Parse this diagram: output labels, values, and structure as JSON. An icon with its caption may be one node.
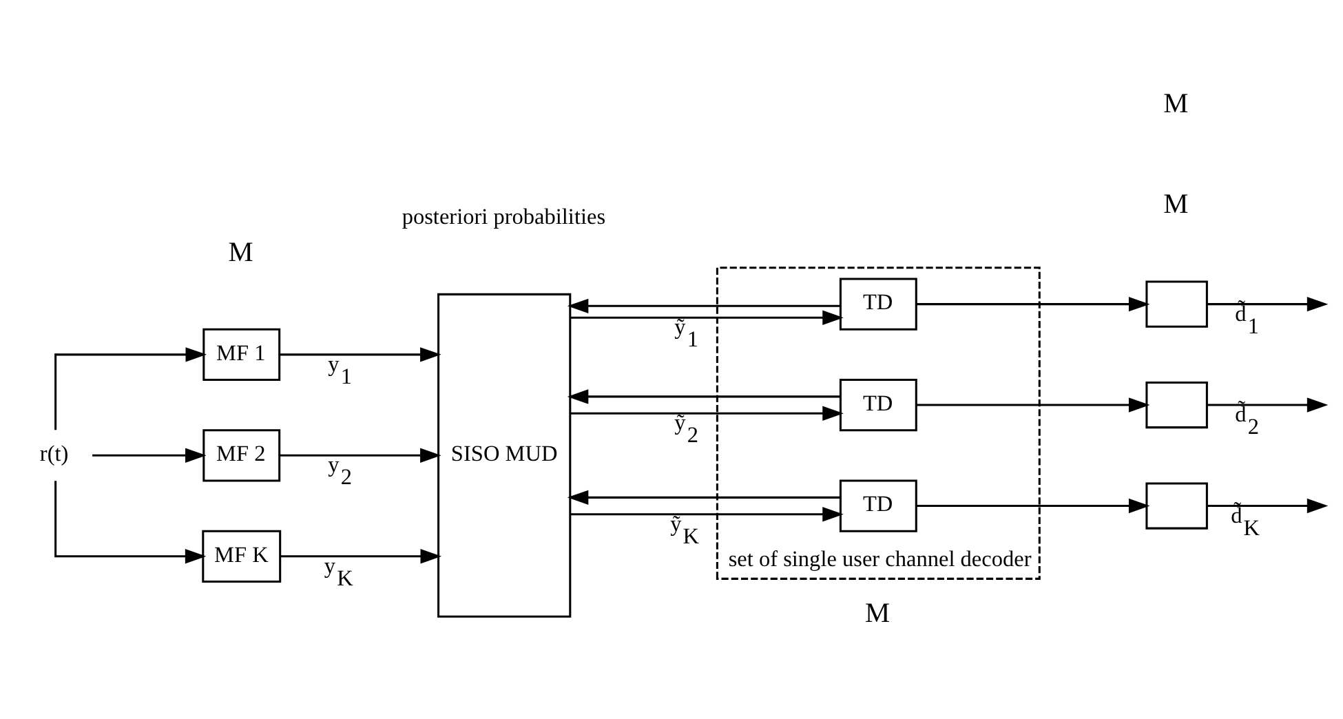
{
  "diagram": {
    "nodes": [
      {
        "text": [
          "r(t)"
        ]
      },
      {
        "text": [
          "MF 1"
        ]
      },
      {
        "text": [
          "MF 2"
        ]
      },
      {
        "text": [
          "MF K"
        ]
      },
      {
        "text": [
          "SISO MUD"
        ]
      },
      {
        "text": [
          "set of single user channel decoder"
        ]
      },
      {
        "text": [
          "TD"
        ],
        "in": 5
      },
      {
        "text": [
          "TD"
        ],
        "in": 5
      },
      {
        "text": [
          "TD"
        ],
        "in": 5
      },
      {
        "text": [],
        "shape": "box"
      },
      {
        "text": [],
        "shape": "box"
      },
      {
        "text": [],
        "shape": "box"
      }
    ],
    "edges": [
      {
        "from": 0,
        "to": 1,
        "arrow": "to"
      },
      {
        "from": 0,
        "to": 2,
        "arrow": "to"
      },
      {
        "from": 0,
        "to": 3,
        "arrow": "to"
      },
      {
        "from": 1,
        "to": 4,
        "arrow": "to",
        "label": "y$_{1}$"
      },
      {
        "from": 2,
        "to": 4,
        "arrow": "to",
        "label": "y$_{2}$"
      },
      {
        "from": 3,
        "to": 4,
        "arrow": "to",
        "label": "y$_{K}$"
      },
      {
        "from": 4,
        "to": 6,
        "arrow": "to",
        "label": "ỹ$_{1}$"
      },
      {
        "from": 4,
        "to": 7,
        "arrow": "to",
        "label": "ỹ$_{2}$"
      },
      {
        "from": 4,
        "to": 8,
        "arrow": "to",
        "label": "ỹ$_{K}$"
      },
      {
        "from": 6,
        "to": 9,
        "arrow": "to"
      },
      {
        "from": 7,
        "to": 10,
        "arrow": "to"
      },
      {
        "from": 8,
        "to": 11,
        "arrow": "to"
      },
      {
        "from": 8,
        "to": 4,
        "arrow": "to"
      },
      {
        "from": 7,
        "to": 4,
        "arrow": "to"
      },
      {
        "from": 6,
        "to": 4,
        "arrow": "to"
      },
      {
        "from": 9,
        "to": null,
        "arrow": "to",
        "label": "d̃$_{1}$"
      },
      {
        "from": 10,
        "to": null,
        "arrow": "to",
        "label": "d̃$_{2}$"
      },
      {
        "from": 11,
        "to": null,
        "arrow": "to",
        "label": "d̃$_{K}$"
      }
    ],
    "labels": [
      "posteriori probabilities",
      "M",
      "M",
      "M",
      "M"
    ]
  }
}
